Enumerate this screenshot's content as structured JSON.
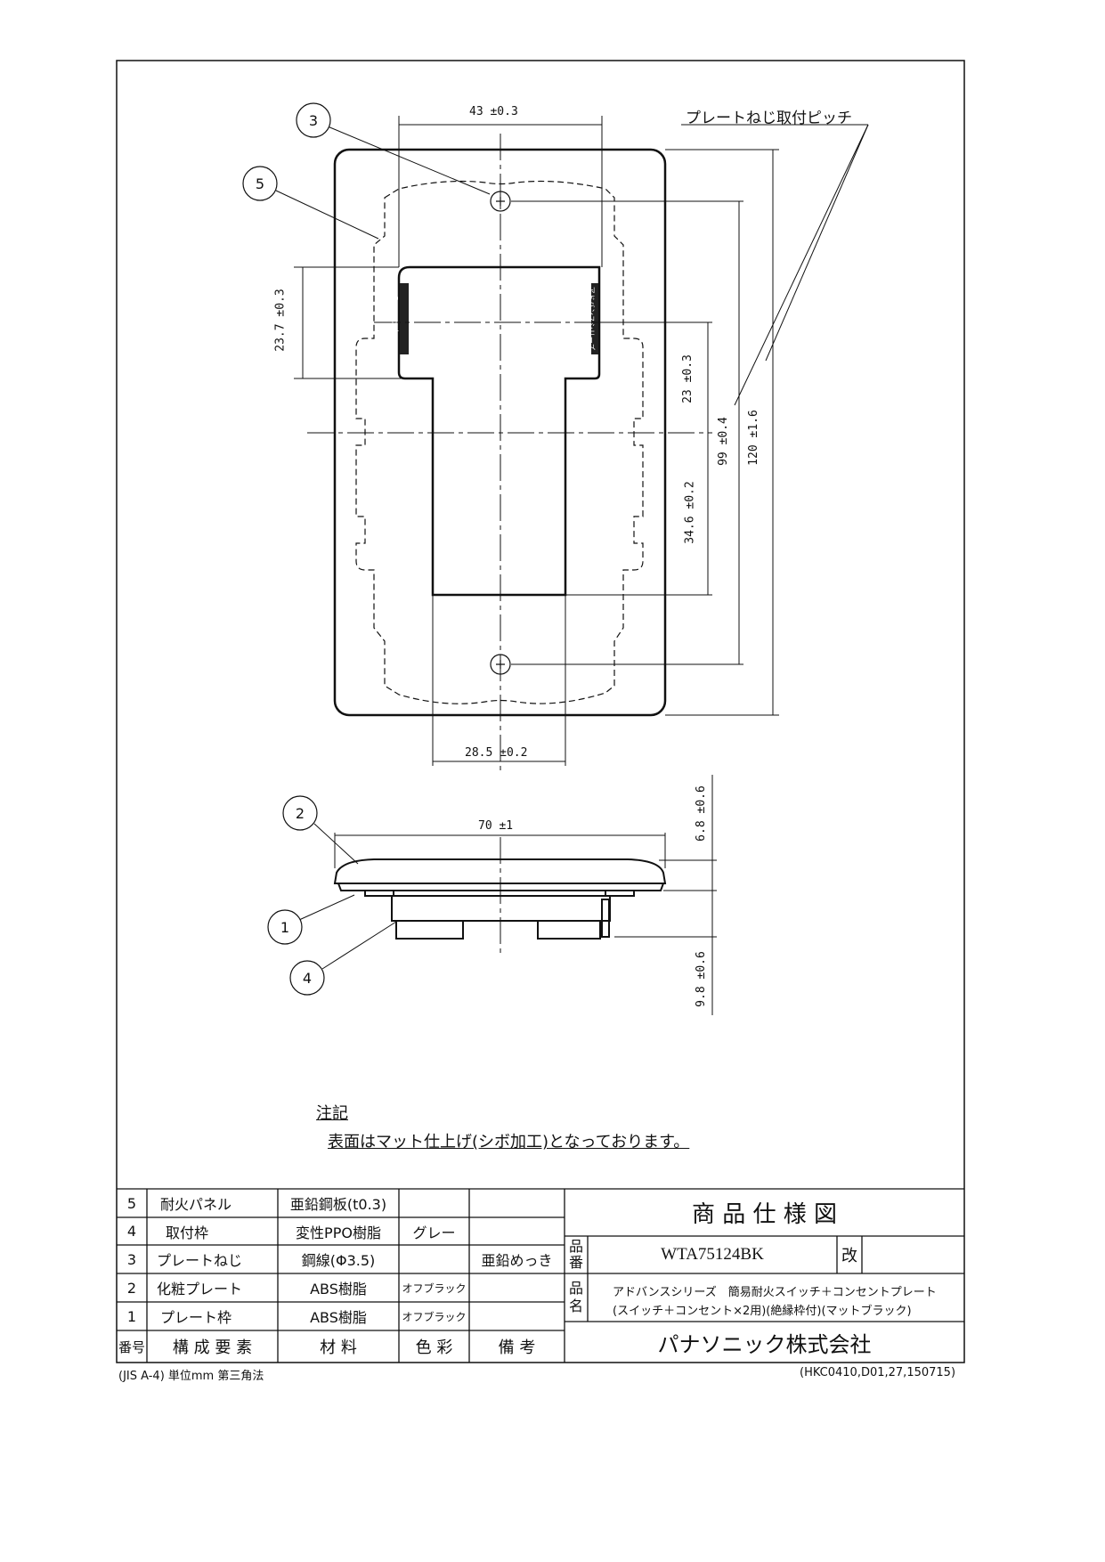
{
  "callouts": [
    "1",
    "2",
    "3",
    "4",
    "5"
  ],
  "dimensions": {
    "screw_pitch_width": "43 ±0.3",
    "cutout_height": "23.7 ±0.3",
    "upper_offset": "23 ±0.3",
    "lower_offset": "34.6 ±0.2",
    "screw_pitch": "99 ±0.4",
    "plate_height": "120 ±1.6",
    "cutout_width": "28.5 ±0.2",
    "plate_width": "70 ±1",
    "plate_depth": "6.8 ±0.6",
    "frame_depth": "9.8 ±0.6",
    "screw_pitch_label": "プレートねじ取付ピッチ"
  },
  "plate_marks": {
    "left": "Panasonic",
    "right": "アドバンスシリーズ"
  },
  "notes": {
    "heading": "注記",
    "text": "表面はマット仕上げ(シボ加工)となっております。"
  },
  "parts_table": {
    "header": {
      "no": "番号",
      "component": "構 成 要 素",
      "material": "材 料",
      "color": "色 彩",
      "remarks": "備 考"
    },
    "rows": [
      {
        "no": "5",
        "component": "耐火パネル",
        "material": "亜鉛鋼板(t0.3)",
        "color": "",
        "remarks": ""
      },
      {
        "no": "4",
        "component": "取付枠",
        "material": "変性PPO樹脂",
        "color": "グレー",
        "remarks": ""
      },
      {
        "no": "3",
        "component": "プレートねじ",
        "material": "鋼線(Φ3.5)",
        "color": "",
        "remarks": "亜鉛めっき"
      },
      {
        "no": "2",
        "component": "化粧プレート",
        "material": "ABS樹脂",
        "color": "オフブラック",
        "remarks": ""
      },
      {
        "no": "1",
        "component": "プレート枠",
        "material": "ABS樹脂",
        "color": "オフブラック",
        "remarks": ""
      }
    ]
  },
  "title_block": {
    "title": "商 品 仕 様 図",
    "part_no_label": "品番",
    "part_no": "WTA75124BK",
    "revision_label": "改",
    "name_label": "品名",
    "name_line1": "アドバンスシリーズ　簡易耐火スイッチ＋コンセントプレート",
    "name_line2": "(スイッチ＋コンセント×2用)(絶縁枠付)(マットブラック)",
    "company": "パナソニック株式会社"
  },
  "footer": {
    "left": "(JIS A-4) 単位mm 第三角法",
    "right": "(HKC0410,D01,27,150715)"
  }
}
